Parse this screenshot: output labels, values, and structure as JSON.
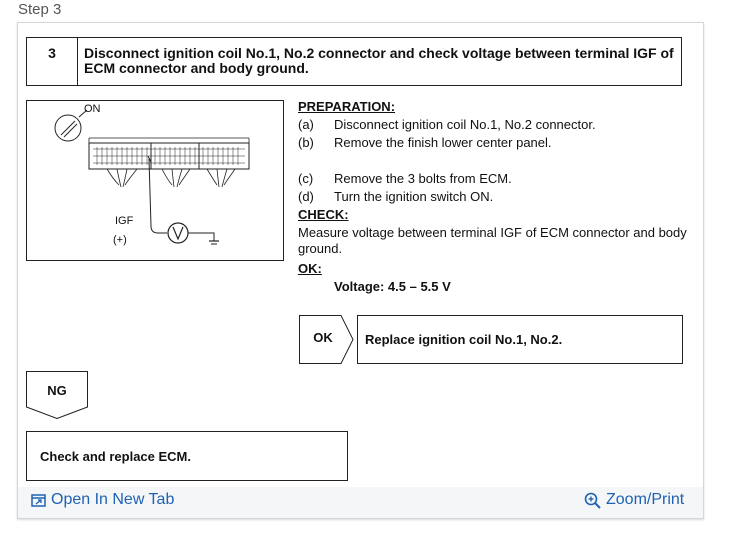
{
  "step_title": "Step 3",
  "header": {
    "number": "3",
    "text": "Disconnect ignition coil No.1, No.2 connector and check voltage between terminal IGF of ECM connector and body ground."
  },
  "diagram": {
    "switch_label": "ON",
    "terminal_label": "IGF",
    "polarity_label": "(+)",
    "meter_symbol": "V"
  },
  "preparation": {
    "heading": "PREPARATION:",
    "steps": [
      {
        "letter": "(a)",
        "text": "Disconnect ignition coil No.1, No.2 connector."
      },
      {
        "letter": "(b)",
        "text": "Remove the finish lower center panel."
      },
      {
        "letter": "(c)",
        "text": "Remove the 3 bolts from ECM."
      },
      {
        "letter": "(d)",
        "text": "Turn the ignition switch ON."
      }
    ]
  },
  "check": {
    "heading": "CHECK:",
    "text": "Measure voltage between terminal IGF of ECM connector and body ground."
  },
  "ok": {
    "heading": "OK:",
    "voltage": "Voltage: 4.5 – 5.5 V"
  },
  "ok_flow": {
    "label": "OK",
    "result": "Replace ignition coil No.1, No.2."
  },
  "ng_flow": {
    "label": "NG",
    "result": "Check and replace ECM."
  },
  "footer": {
    "open_tab": "Open In New Tab",
    "zoom_print": "Zoom/Print",
    "link_color": "#1f62b3"
  }
}
